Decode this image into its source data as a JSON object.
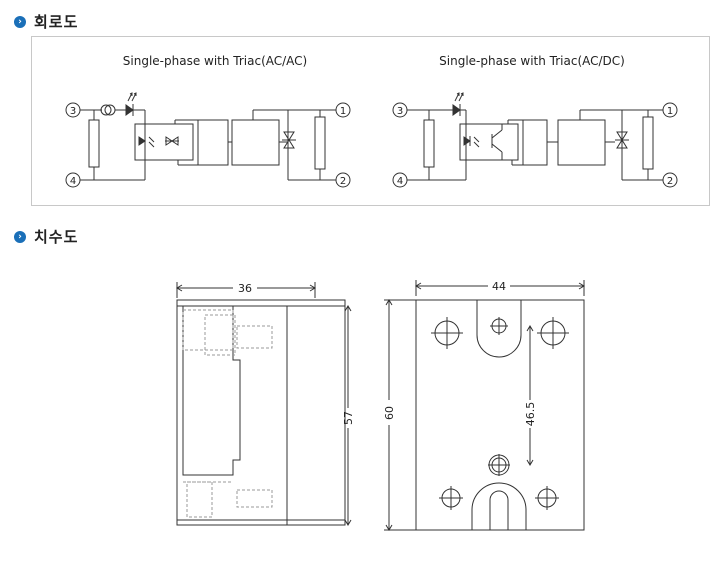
{
  "sections": {
    "circuit": {
      "title": "회로도"
    },
    "dimensions": {
      "title": "치수도"
    }
  },
  "circuits": [
    {
      "title": "Single-phase with Triac(AC/AC)",
      "terminals": [
        "3",
        "4",
        "1",
        "2"
      ]
    },
    {
      "title": "Single-phase with Triac(AC/DC)",
      "terminals": [
        "3",
        "4",
        "1",
        "2"
      ]
    }
  ],
  "dims": {
    "side_width": "36",
    "side_height": "57",
    "front_width": "44",
    "front_height": "60",
    "hole_spacing": "46.5"
  },
  "icons": {
    "bullet": "chevron-right-icon"
  },
  "colors": {
    "bullet": "#1a6fb8",
    "line": "#333333",
    "dashed": "#999999"
  }
}
